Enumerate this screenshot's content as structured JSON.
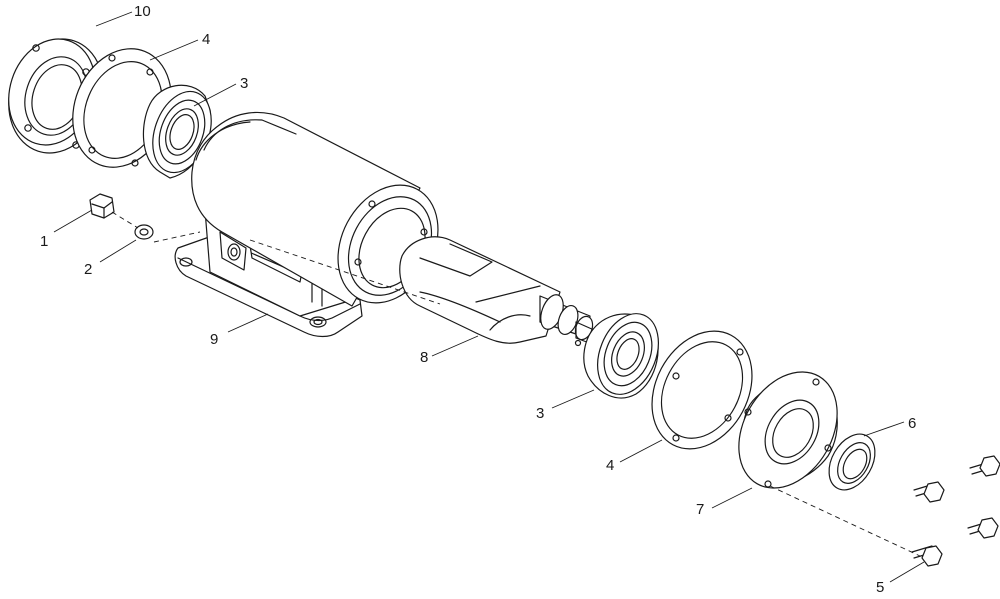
{
  "diagram": {
    "callouts": [
      {
        "id": "c1",
        "label": "1"
      },
      {
        "id": "c2",
        "label": "2"
      },
      {
        "id": "c3a",
        "label": "3"
      },
      {
        "id": "c3b",
        "label": "3"
      },
      {
        "id": "c4a",
        "label": "4"
      },
      {
        "id": "c4b",
        "label": "4"
      },
      {
        "id": "c5",
        "label": "5"
      },
      {
        "id": "c6",
        "label": "6"
      },
      {
        "id": "c7",
        "label": "7"
      },
      {
        "id": "c8",
        "label": "8"
      },
      {
        "id": "c9",
        "label": "9"
      },
      {
        "id": "c10",
        "label": "10"
      }
    ]
  }
}
